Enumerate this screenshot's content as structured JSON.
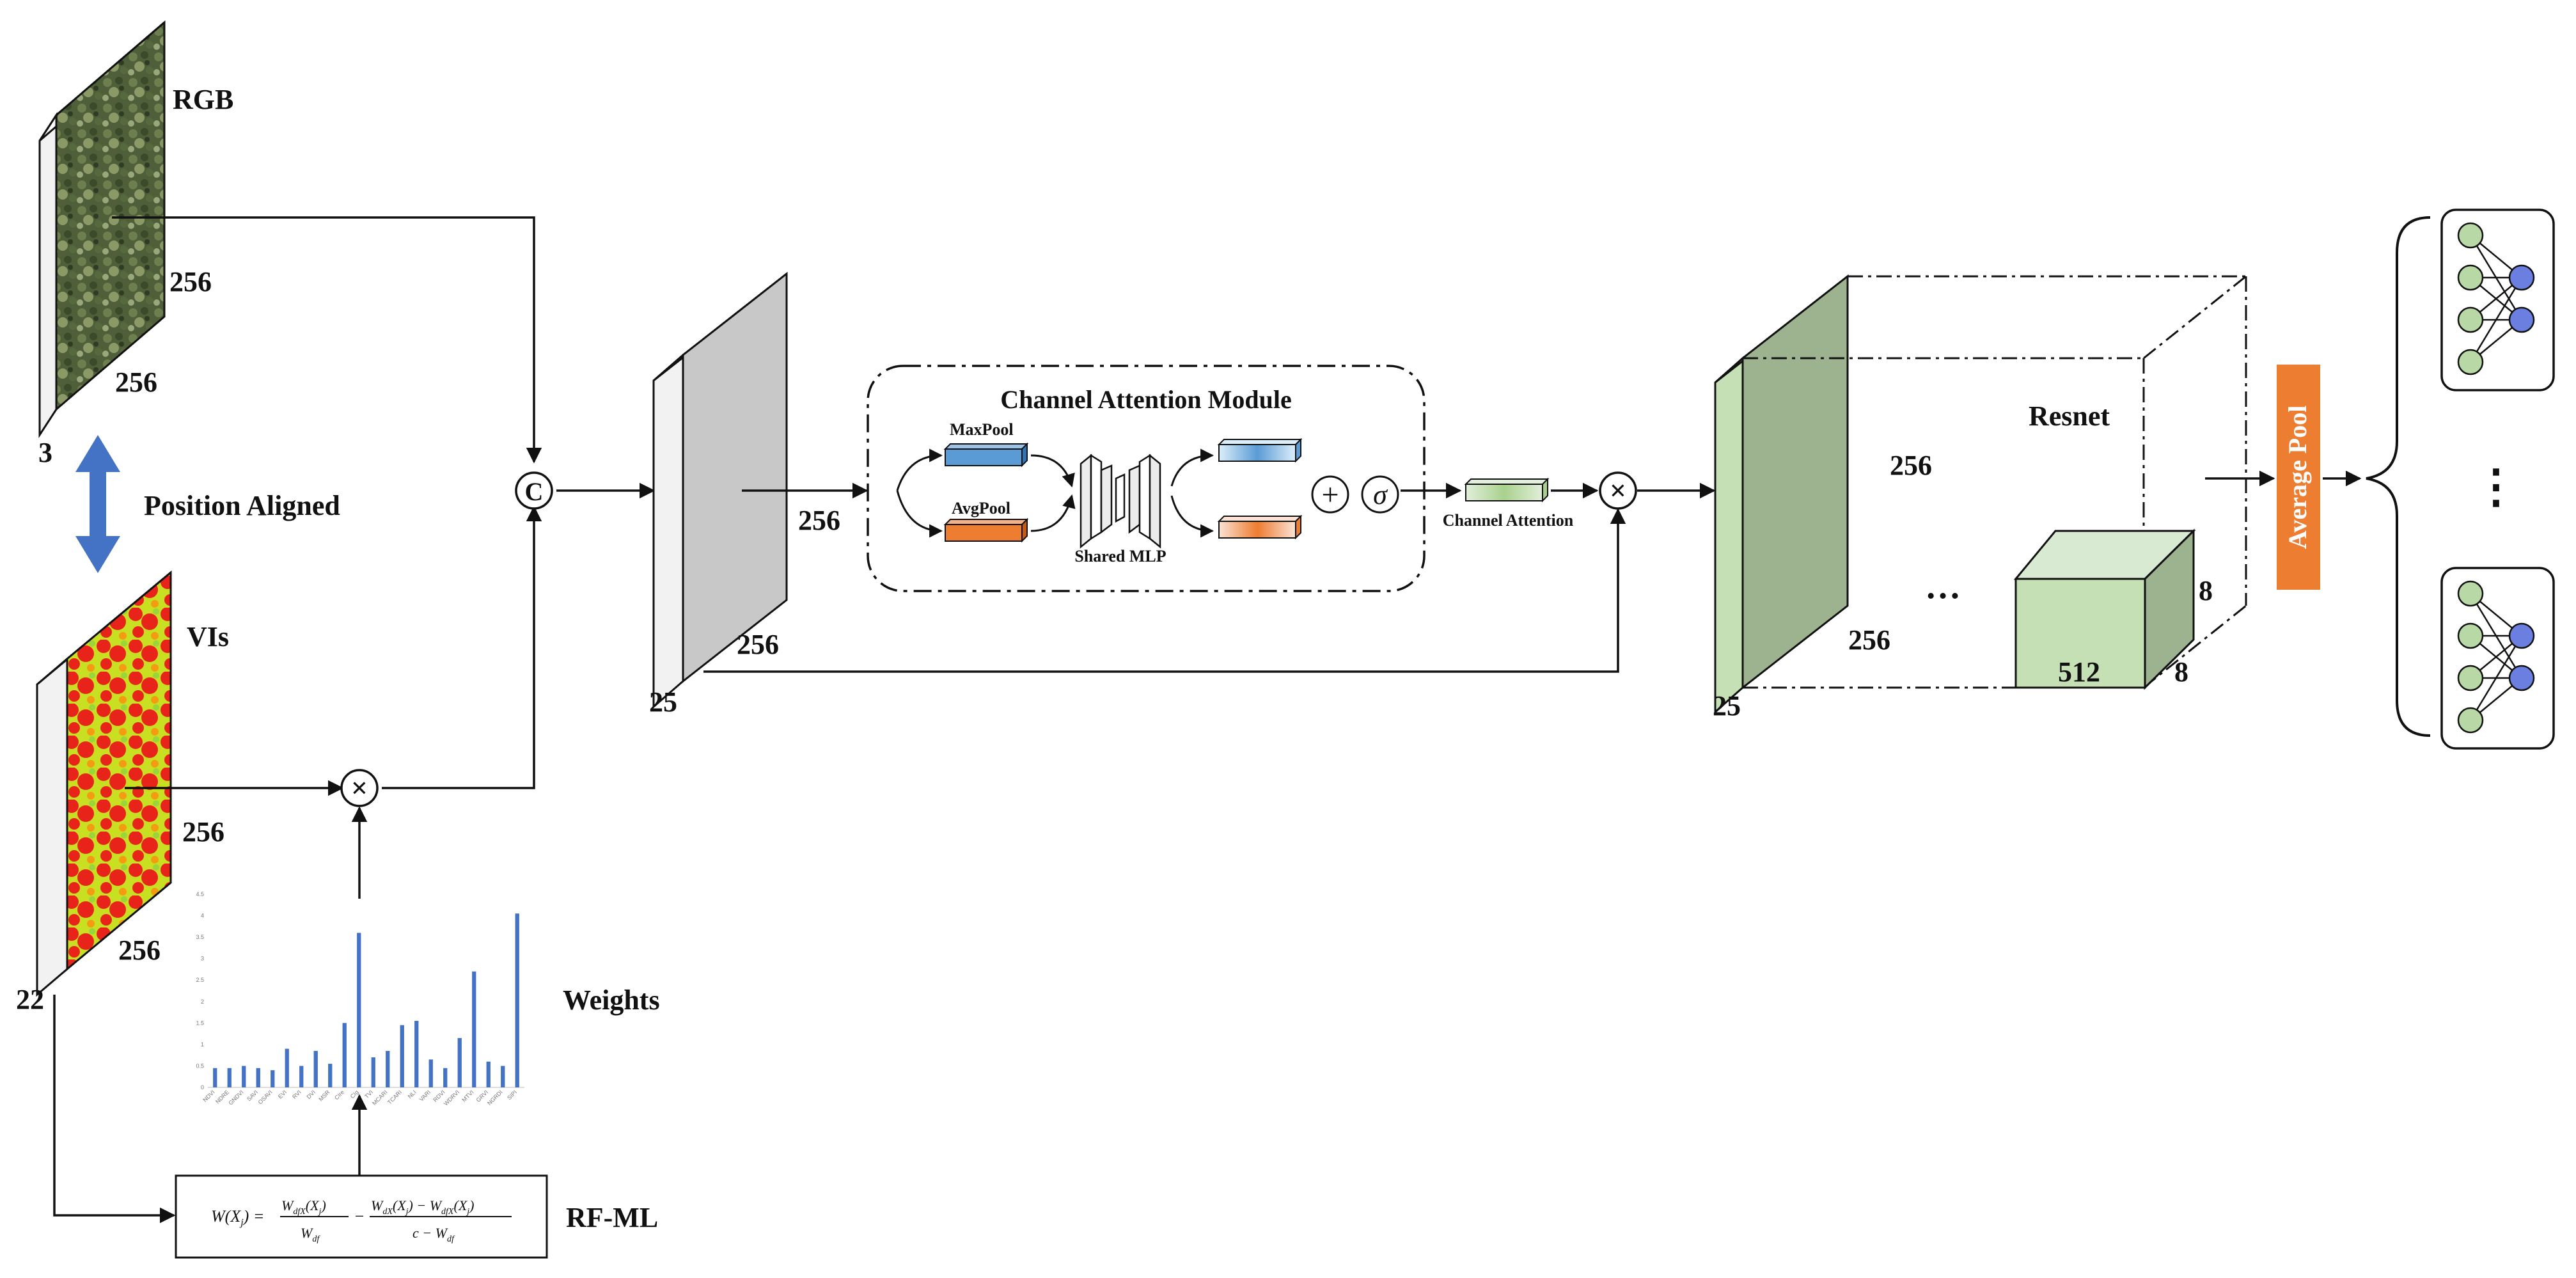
{
  "inputs": {
    "rgb": {
      "label": "RGB",
      "height": "256",
      "width": "256",
      "channels": "3"
    },
    "vis": {
      "label": "VIs",
      "height": "256",
      "width": "256",
      "channels": "22"
    },
    "align_label": "Position Aligned"
  },
  "concat_symbol": "C",
  "multiply_symbol": "×",
  "fused": {
    "height": "256",
    "width": "256",
    "channels": "25"
  },
  "cam": {
    "title": "Channel Attention Module",
    "maxpool": "MaxPool",
    "avgpool": "AvgPool",
    "shared_mlp": "Shared MLP",
    "plus": "+",
    "sigma": "σ",
    "output_label": "Channel Attention"
  },
  "resnet": {
    "label": "Resnet",
    "height": "256",
    "width": "256",
    "channels": "25",
    "ellipsis": "…",
    "out_depth": "512",
    "out_h": "8",
    "out_w": "8"
  },
  "average_pool": "Average Pool",
  "weights_label": "Weights",
  "rfml_label": "RF-ML",
  "heads_ellipsis": "⋮",
  "colors": {
    "blue_arrow": "#4472c4",
    "bar": "#4472c4",
    "orange": "#ed7d31",
    "green_face": "#9db38f",
    "green_light": "#c5e0b4",
    "node_green": "#b8d9a6",
    "node_blue": "#6b7fe0"
  },
  "chart_data": {
    "type": "bar",
    "ylim": [
      0,
      4.5
    ],
    "values": [
      0.45,
      0.45,
      0.5,
      0.45,
      0.4,
      0.9,
      0.5,
      0.85,
      0.55,
      1.5,
      3.6,
      0.7,
      0.85,
      1.45,
      1.55,
      0.65,
      0.45,
      1.15,
      2.7,
      0.6,
      0.5,
      4.05
    ],
    "yticks": [
      "0",
      "0.5",
      "1",
      "1.5",
      "2",
      "2.5",
      "3",
      "3.5",
      "4",
      "4.5"
    ],
    "categories": [
      "NDVI",
      "NDRE",
      "GNDVI",
      "SAVI",
      "OSAVI",
      "EVI",
      "RVI",
      "DVI",
      "MSR",
      "CIre",
      "CIg",
      "TVI",
      "MCARI",
      "TCARI",
      "NLI",
      "VARI",
      "RDVI",
      "WDRVI",
      "MTVI",
      "GRVI",
      "NGRDI",
      "SIPI"
    ]
  }
}
